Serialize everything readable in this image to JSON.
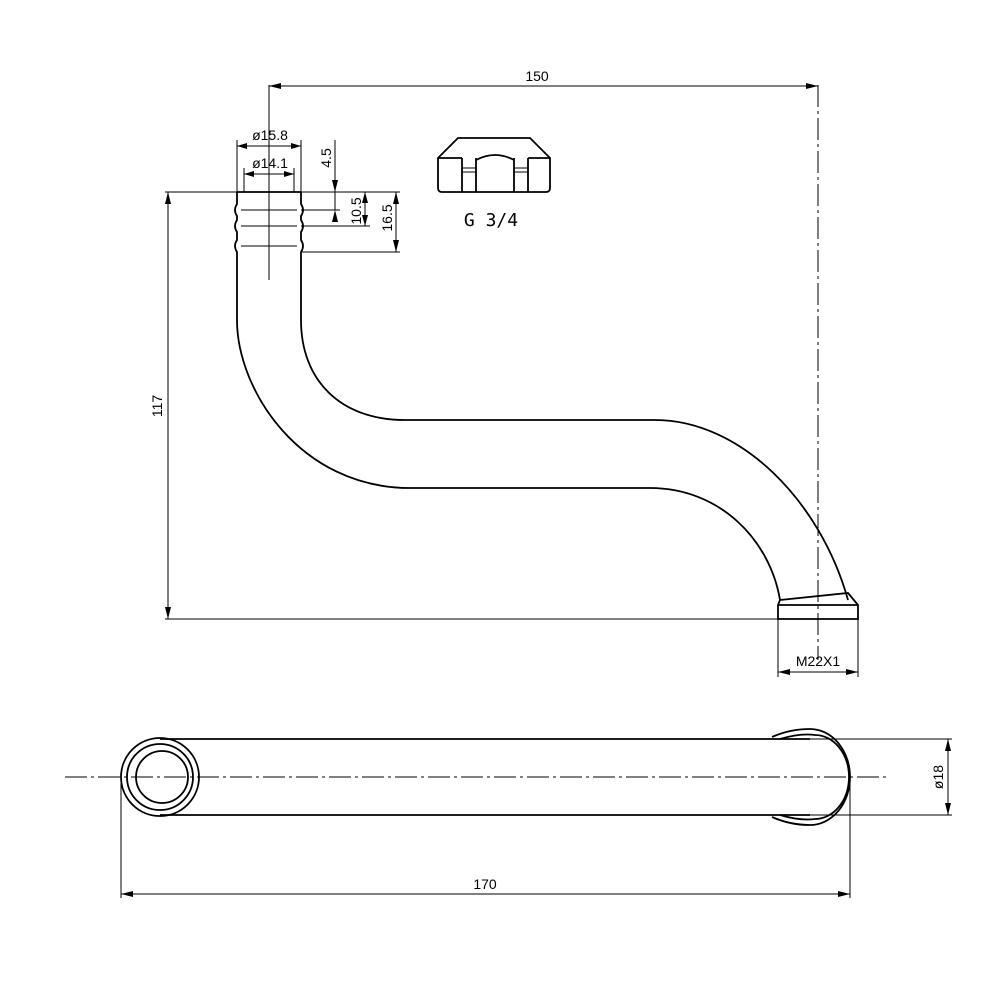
{
  "dimensions": {
    "overall_width": "150",
    "height": "117",
    "outer_diameter": "ø15.8",
    "inner_diameter": "ø14.1",
    "groove_offset": "4.5",
    "groove_spacing": "10.5",
    "groove_length": "16.5",
    "outlet_thread": "M22X1",
    "total_length": "170",
    "tube_diameter": "ø18"
  },
  "nut_label": "G 3/4"
}
